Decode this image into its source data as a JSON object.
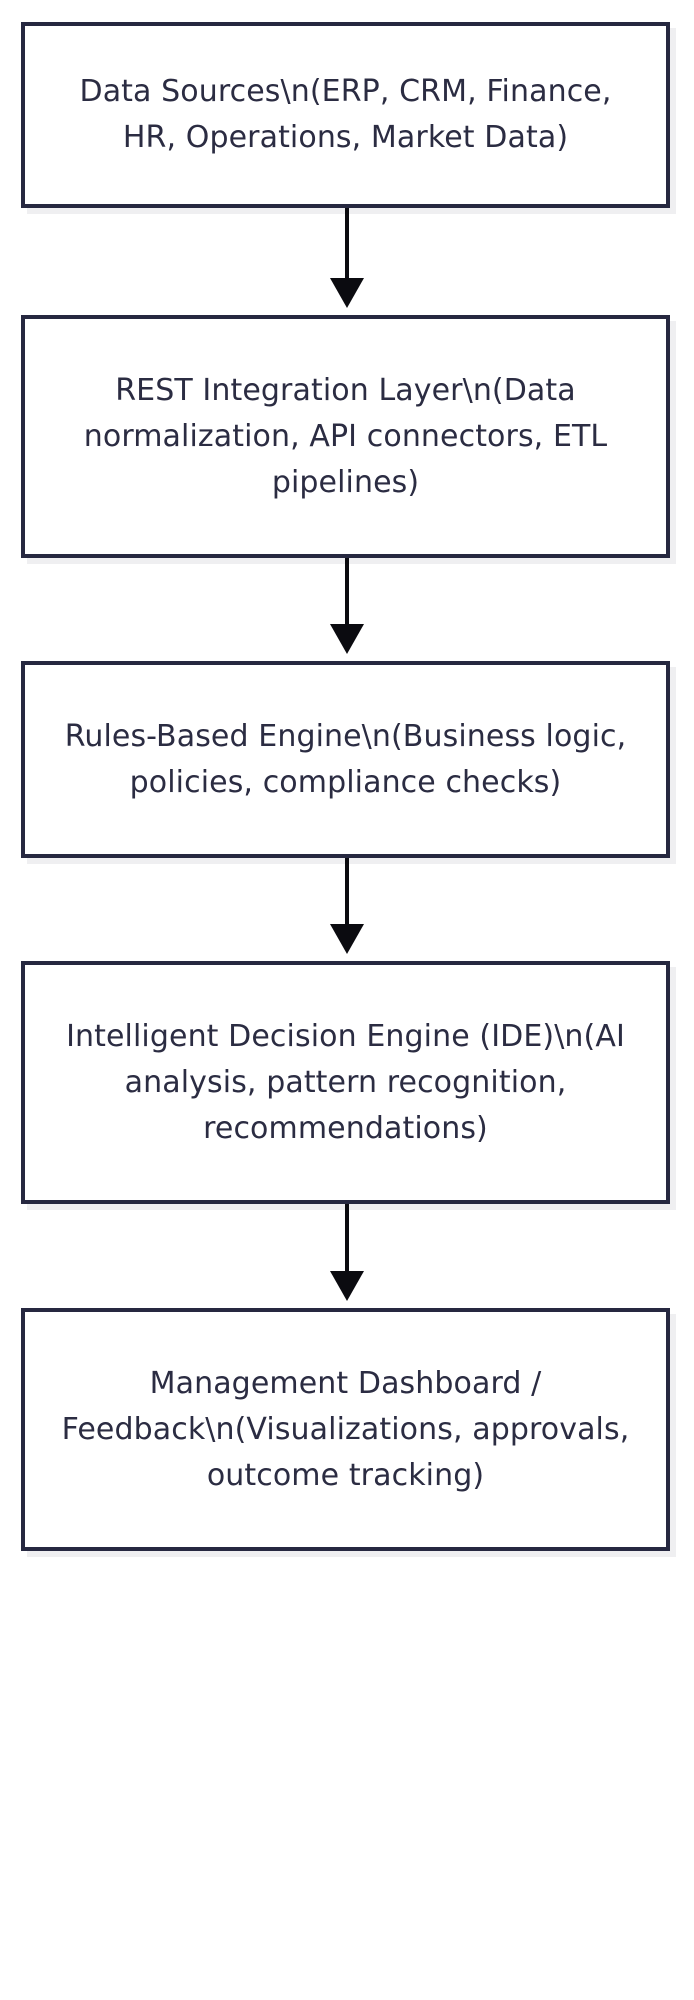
{
  "diagram": {
    "type": "flowchart",
    "direction": "top-to-bottom",
    "title": "",
    "colors": {
      "node_border": "#262840",
      "node_fill": "#ffffff",
      "node_text": "#2b2c42",
      "edge": "#0b0b10",
      "node_shadow": "#efeff1",
      "background": "#ffffff"
    },
    "nodes": [
      {
        "id": "data-sources",
        "label": "Data Sources\\n(ERP, CRM, Finance, HR, Operations, Market Data)"
      },
      {
        "id": "rest-integration-layer",
        "label": "REST Integration Layer\\n(Data normalization, API connectors, ETL pipelines)"
      },
      {
        "id": "rules-based-engine",
        "label": "Rules-Based Engine\\n(Business logic, policies, compliance checks)"
      },
      {
        "id": "intelligent-decision-engine",
        "label": "Intelligent Decision Engine (IDE)\\n(AI analysis, pattern recognition, recommendations)"
      },
      {
        "id": "management-dashboard-feedback",
        "label": "Management Dashboard / Feedback\\n(Visualizations, approvals, outcome tracking)"
      }
    ],
    "edges": [
      {
        "id": "edge-1",
        "from": "data-sources",
        "to": "rest-integration-layer",
        "label": "",
        "arrowhead": "filled-triangle"
      },
      {
        "id": "edge-2",
        "from": "rest-integration-layer",
        "to": "rules-based-engine",
        "label": "",
        "arrowhead": "filled-triangle"
      },
      {
        "id": "edge-3",
        "from": "rules-based-engine",
        "to": "intelligent-decision-engine",
        "label": "",
        "arrowhead": "filled-triangle"
      },
      {
        "id": "edge-4",
        "from": "intelligent-decision-engine",
        "to": "management-dashboard-feedback",
        "label": "",
        "arrowhead": "filled-triangle"
      }
    ]
  }
}
